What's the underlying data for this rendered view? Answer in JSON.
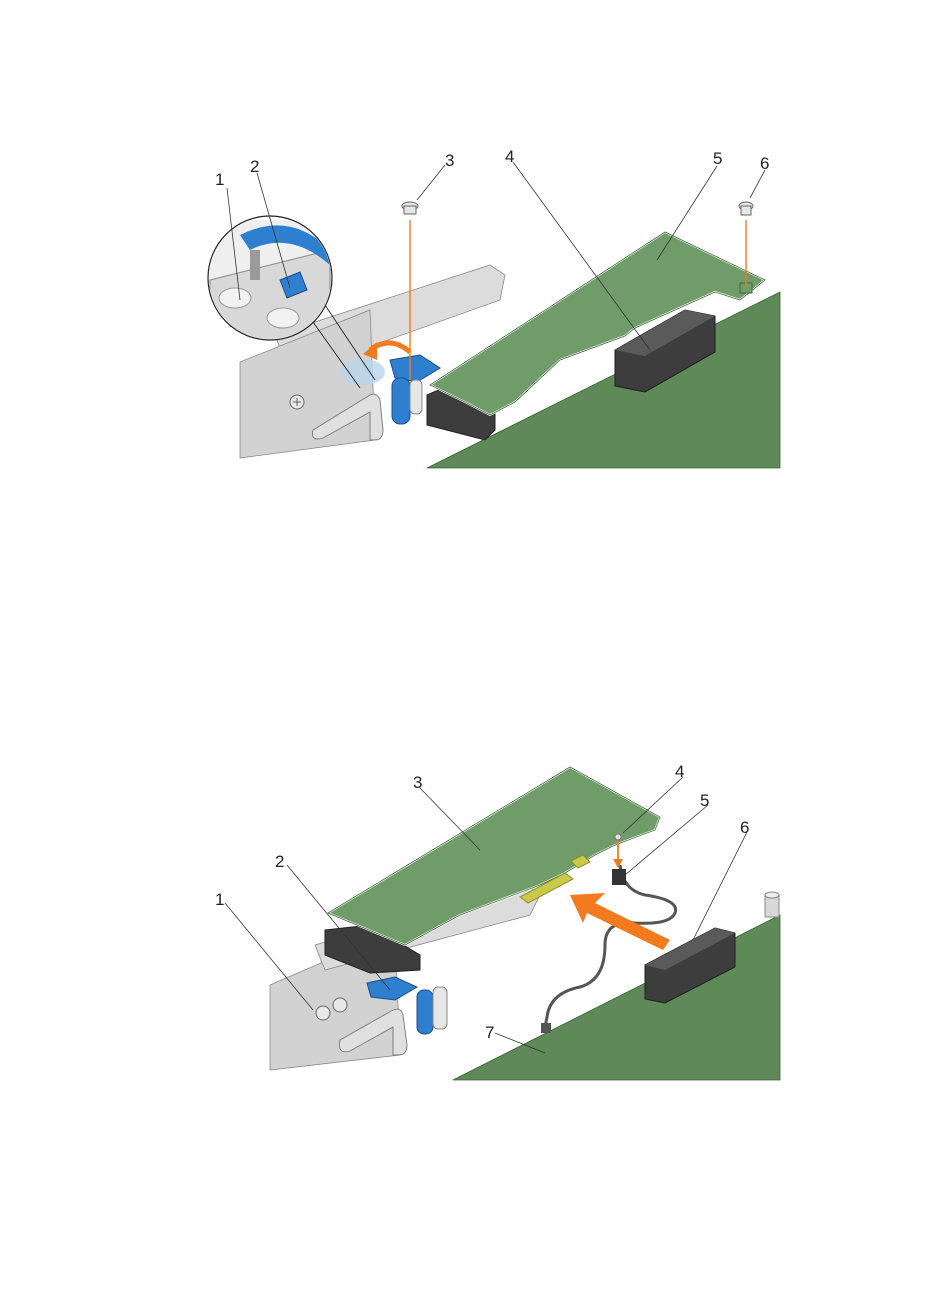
{
  "figure1": {
    "callouts": [
      "1",
      "2",
      "3",
      "4",
      "5",
      "6"
    ]
  },
  "figure2": {
    "callouts": [
      "1",
      "2",
      "3",
      "4",
      "5",
      "6",
      "7"
    ]
  },
  "colors": {
    "pcb_green": "#6f9c68",
    "board_green": "#5e8a58",
    "latch_blue": "#2f7fd0",
    "arrow_orange": "#f47a1f",
    "bracket_gray": "#d2d2d2",
    "connector_dark": "#3d3d3d"
  }
}
